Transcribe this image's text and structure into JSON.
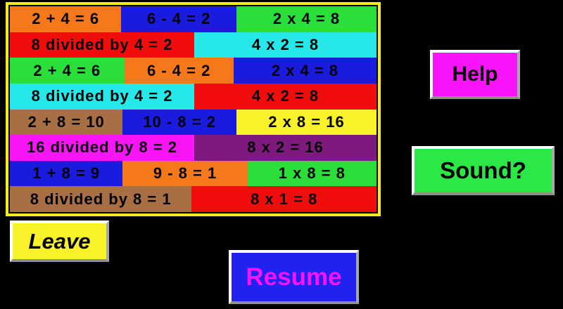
{
  "colors": {
    "page_bg": "#000000",
    "board_border": "#f2ec1e",
    "orange": "#f5791a",
    "blue": "#1b1bdd",
    "green": "#2adf3a",
    "red": "#f20d0d",
    "cyan": "#27e8e8",
    "brown": "#a86f44",
    "magenta": "#f816f8",
    "purple": "#7e1a7e",
    "yellow": "#f9f12a",
    "help_bg": "#fa14fa",
    "sound_bg": "#2ce847",
    "leave_bg": "#f9f12a",
    "resume_bg": "#2222f0",
    "resume_text": "#fa14fa",
    "cell_text": "#000000",
    "button_text": "#000000"
  },
  "board": {
    "rows": [
      {
        "cells": [
          {
            "text": "2 + 4 = 6",
            "color": "orange",
            "width": 30.4
          },
          {
            "text": "6 - 4 = 2",
            "color": "blue",
            "width": 31.4
          },
          {
            "text": "2 x 4 = 8",
            "color": "green",
            "width": 38.2
          }
        ]
      },
      {
        "cells": [
          {
            "text": "8 divided by 4 = 2",
            "color": "red",
            "width": 50.3
          },
          {
            "text": "4 x 2 = 8",
            "color": "cyan",
            "width": 49.7
          }
        ]
      },
      {
        "cells": [
          {
            "text": "2 + 4 = 6",
            "color": "green",
            "width": 31.2
          },
          {
            "text": "6 - 4 = 2",
            "color": "orange",
            "width": 29.8
          },
          {
            "text": "2 x 4 = 8",
            "color": "blue",
            "width": 39.0
          }
        ]
      },
      {
        "cells": [
          {
            "text": "8 divided by 4 = 2",
            "color": "cyan",
            "width": 50.3
          },
          {
            "text": "4 x 2 = 8",
            "color": "red",
            "width": 49.7
          }
        ]
      },
      {
        "cells": [
          {
            "text": "2 + 8 = 10",
            "color": "brown",
            "width": 30.8
          },
          {
            "text": "10 - 8 = 2",
            "color": "blue",
            "width": 31.0
          },
          {
            "text": "2 x 8 = 16",
            "color": "yellow",
            "width": 38.2
          }
        ]
      },
      {
        "cells": [
          {
            "text": "16 divided by 8 = 2",
            "color": "magenta",
            "width": 50.3
          },
          {
            "text": "8 x 2 = 16",
            "color": "purple",
            "width": 49.7
          }
        ]
      },
      {
        "cells": [
          {
            "text": "1 + 8 = 9",
            "color": "blue",
            "width": 30.8
          },
          {
            "text": "9 - 8 = 1",
            "color": "orange",
            "width": 34.0
          },
          {
            "text": "1 x 8 = 8",
            "color": "green",
            "width": 35.2
          }
        ]
      },
      {
        "cells": [
          {
            "text": "8 divided by 8 = 1",
            "color": "brown",
            "width": 49.6
          },
          {
            "text": "8 x 1 = 8",
            "color": "red",
            "width": 50.4
          }
        ]
      }
    ]
  },
  "buttons": {
    "help": {
      "label": "Help"
    },
    "sound": {
      "label": "Sound?"
    },
    "leave": {
      "label": "Leave"
    },
    "resume": {
      "label": "Resume"
    }
  }
}
